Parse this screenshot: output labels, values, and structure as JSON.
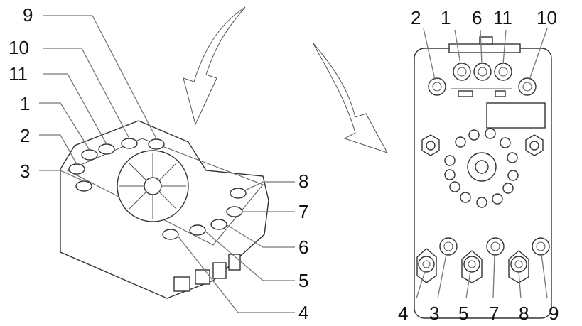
{
  "left_view": {
    "labels_left": [
      "9",
      "10",
      "11",
      "1",
      "2",
      "3"
    ],
    "labels_right": [
      "8",
      "7",
      "6",
      "5",
      "4"
    ]
  },
  "right_view": {
    "labels_top": [
      "2",
      "1",
      "6",
      "11",
      "10"
    ],
    "labels_bottom": [
      "4",
      "3",
      "5",
      "7",
      "8",
      "9"
    ]
  }
}
